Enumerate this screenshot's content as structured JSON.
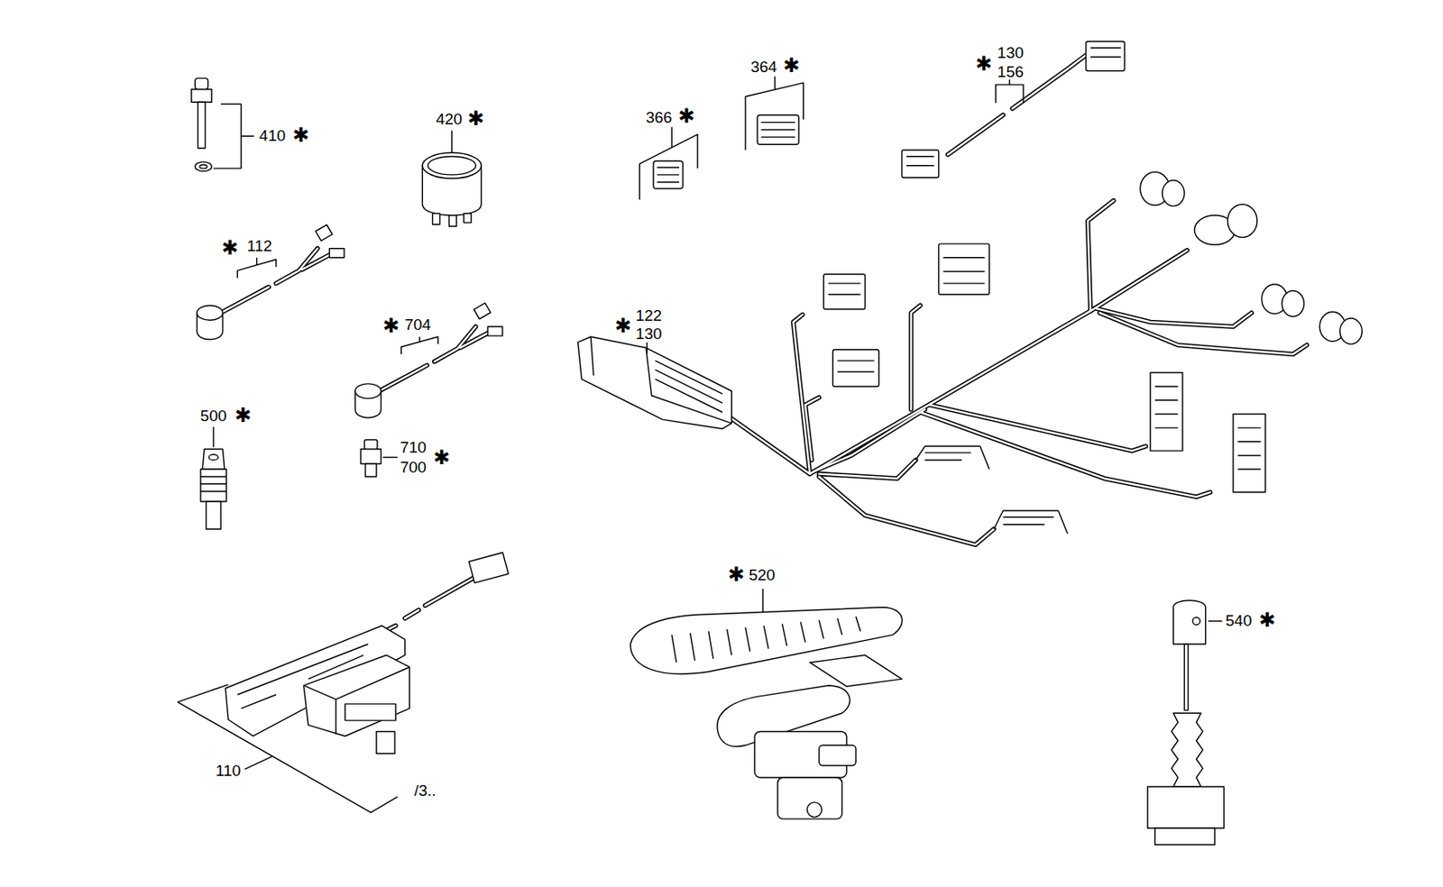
{
  "diagram": {
    "labels": [
      "410",
      "✱",
      "420",
      "✱",
      "✱",
      "112",
      "✱",
      "704",
      "500",
      "✱",
      "710",
      "700",
      "✱",
      "110",
      "/3..",
      "366",
      "✱",
      "364",
      "✱",
      "✱",
      "130",
      "156",
      "✱",
      "122",
      "130",
      "✱",
      "520",
      "540",
      "✱"
    ]
  }
}
